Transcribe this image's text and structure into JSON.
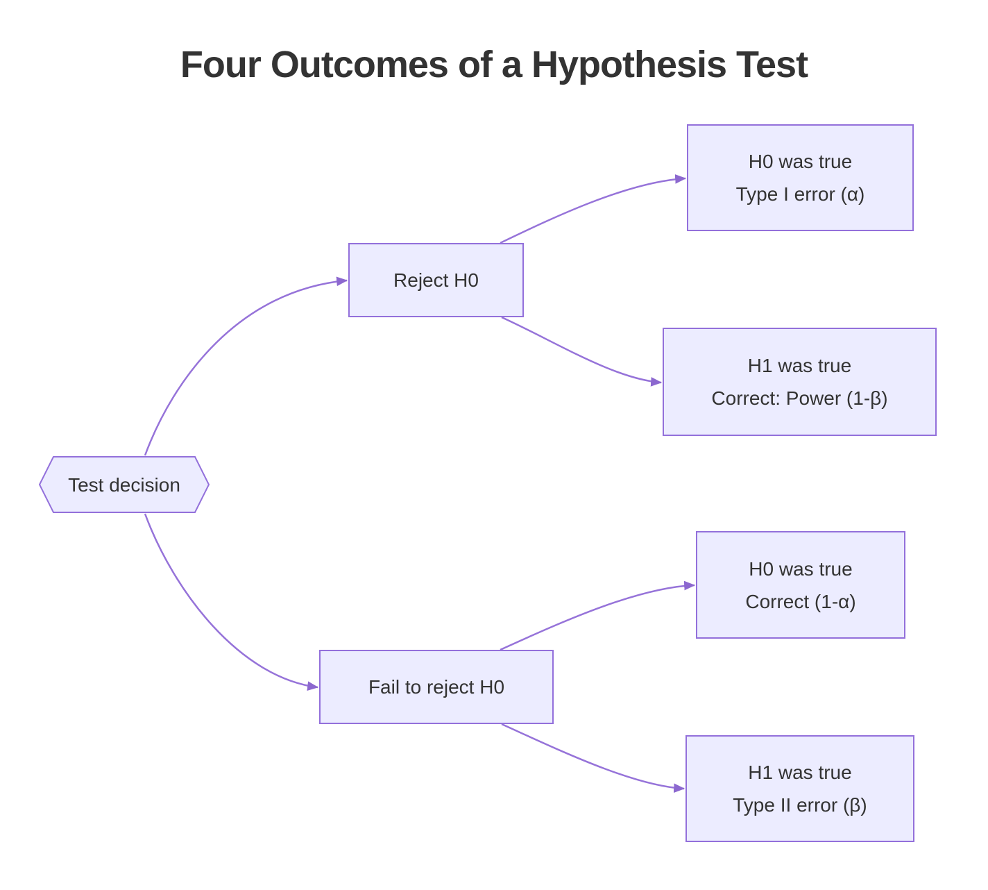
{
  "title": "Four Outcomes of a Hypothesis Test",
  "diagram": {
    "type": "decision-tree-flowchart",
    "root": {
      "label": "Test decision",
      "shape": "hexagon"
    },
    "decisions": [
      {
        "label": "Reject H0",
        "outcomes": [
          {
            "line1": "H0 was true",
            "line2": "Type I error (α)"
          },
          {
            "line1": "H1 was true",
            "line2": "Correct: Power (1-β)"
          }
        ]
      },
      {
        "label": "Fail to reject H0",
        "outcomes": [
          {
            "line1": "H0 was true",
            "line2": "Correct (1-α)"
          },
          {
            "line1": "H1 was true",
            "line2": "Type II error (β)"
          }
        ]
      }
    ],
    "colors": {
      "node_fill": "#ECECFF",
      "node_border": "#9370DB",
      "edge": "#9673D9",
      "arrowhead": "#8C68CF",
      "text": "#333333",
      "title_text": "#333333",
      "background": "#FFFFFF"
    }
  }
}
